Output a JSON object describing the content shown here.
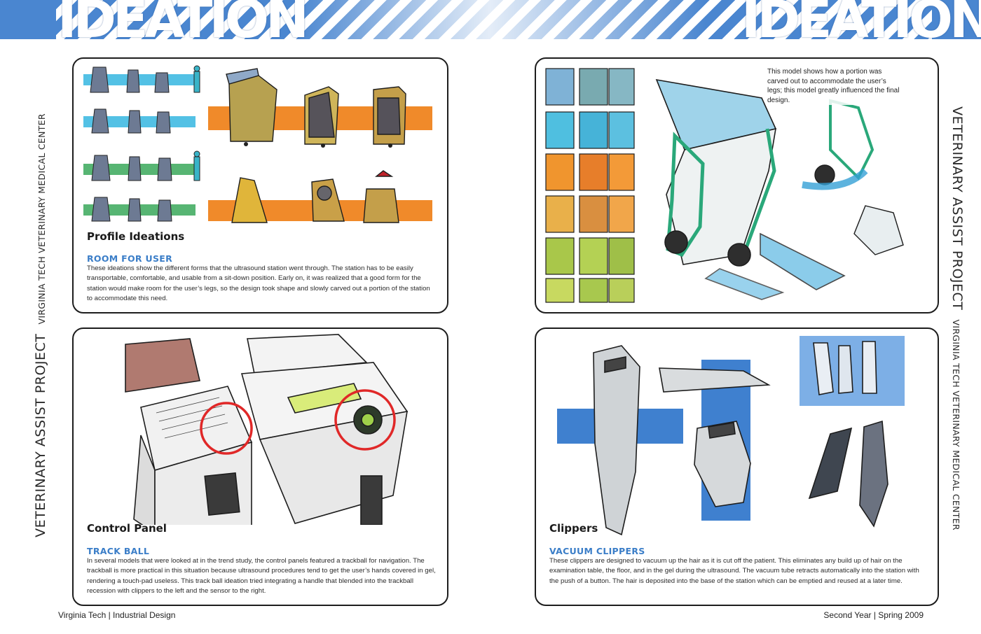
{
  "header": {
    "title_left": "IDEATION",
    "title_right": "IDEATION"
  },
  "side_labels": {
    "project": "VETERINARY ASSIST PROJECT",
    "center": "VIRGINIA TECH VETERINARY MEDICAL CENTER"
  },
  "panels": {
    "profile": {
      "title": "Profile Ideations",
      "subtitle": "ROOM FOR USER",
      "body": "These ideations show the different forms that the ultrasound station went through.  The station has to be easily transportable, comfortable, and usable from a sit-down position.  Early on, it was realized that a good form for the station would make room for the user’s legs, so the design took shape and slowly carved out a portion of the station to accommodate this need."
    },
    "model": {
      "caption": "This model shows how a portion was carved out to accommodate the user’s legs; this model greatly influenced the final design."
    },
    "control": {
      "title": "Control Panel",
      "subtitle": "TRACK BALL",
      "body": "In several models that were looked at in the trend study, the control panels featured a trackball for navigation.  The trackball is more practical in this situation because ultrasound procedures tend to get the user’s hands covered in gel, rendering a touch-pad useless.  This track ball ideation tried integrating a handle that blended into the trackball recession with clippers to the left and the sensor to the right."
    },
    "clippers": {
      "title": "Clippers",
      "subtitle": "VACUUM CLIPPERS",
      "body": "These clippers are designed to vacuum up the hair as it is cut off the patient.  This eliminates any build up of hair on the examination table, the floor, and in the gel during the ultrasound.  The vacuum tube retracts automatically into the station with the push of a button.  The hair is deposited into the base of the station which can be emptied and reused at a later time."
    }
  },
  "footer": {
    "left": "Virginia Tech | Industrial Design",
    "right": "Second Year | Spring 2009"
  },
  "colors": {
    "accent_blue": "#3b7ec8",
    "banner_blue": "#4a86d0",
    "sketch_orange": "#f08a2a",
    "sketch_cyan": "#35b6e0",
    "sketch_green": "#3aa85a",
    "highlight_red": "#e02828"
  }
}
